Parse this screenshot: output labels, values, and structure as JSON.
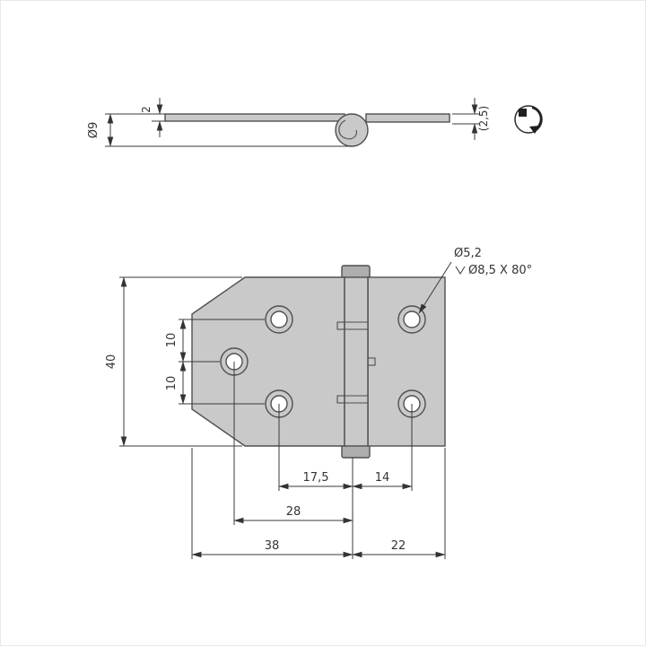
{
  "meta": {
    "description": "Technical dimension drawing of a sheet-metal door hinge: top profile view and front view with hole pattern"
  },
  "colors": {
    "background": "#ffffff",
    "plate_fill": "#c9c9c9",
    "knuckle_fill": "#aeaeae",
    "hole_fill": "#ffffff",
    "outline": "#4f4f4f",
    "dimension": "#3a3a3a"
  },
  "side_view": {
    "thickness_label": "2",
    "barrel_diameter_label": "Ø9",
    "offset_label": "(2,5)"
  },
  "front_view": {
    "height_label": "40",
    "pitch_upper_label": "10",
    "pitch_lower_label": "10",
    "callout_diameter": "Ø5,2",
    "callout_countersink": "Ø8,5 X 80°",
    "dim_holes_to_hinge": "17,5",
    "dim_hinge_to_right_holes": "14",
    "dim_mid_hole_to_hinge": "28",
    "dim_left_leaf_width": "38",
    "dim_right_leaf_width": "22"
  }
}
